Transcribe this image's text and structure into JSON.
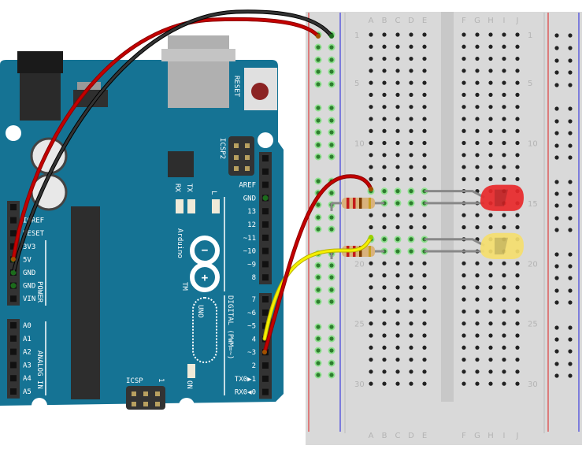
{
  "breadboard": {
    "columns_left": [
      "A",
      "B",
      "C",
      "D",
      "E"
    ],
    "columns_right": [
      "F",
      "G",
      "H",
      "I",
      "J"
    ],
    "row_labels": [
      "1",
      "5",
      "10",
      "15",
      "20",
      "25",
      "30"
    ],
    "rows": 30
  },
  "arduino": {
    "reset_label": "RESET",
    "icsp2_label": "ICSP2",
    "icsp_label": "ICSP",
    "icsp_pin1": "1",
    "rx_label": "RX",
    "tx_label": "TX",
    "l_label": "L",
    "on_label": "ON",
    "brand": "Arduino",
    "tm": "TM",
    "model": "UNO",
    "digital_label": "DIGITAL (PWM=~)",
    "power_label": "POWER",
    "analog_label": "ANALOG IN",
    "power_pins": [
      "",
      "IOREF",
      "RESET",
      "3V3",
      "5V",
      "GND",
      "GND",
      "VIN"
    ],
    "analog_pins": [
      "A0",
      "A1",
      "A2",
      "A3",
      "A4",
      "A5"
    ],
    "digital_top_pins": [
      "",
      "",
      "AREF",
      "GND",
      "13",
      "12",
      "~11",
      "~10",
      "~9",
      "8"
    ],
    "digital_bottom_pins": [
      "7",
      "~6",
      "~5",
      "4",
      "~3",
      "2",
      "TX0▶1",
      "RX0◀0"
    ]
  },
  "colors": {
    "board": "#157394",
    "breadboard": "#d9d9d9",
    "wire_red": "#c40000",
    "wire_black": "#222222",
    "wire_yellow": "#f5f000",
    "led_red": "#e8282a",
    "led_yellow": "#f5de6e",
    "rail_red": "#e02020",
    "rail_blue": "#2020e0",
    "active_hole": "#3c9a3c"
  }
}
